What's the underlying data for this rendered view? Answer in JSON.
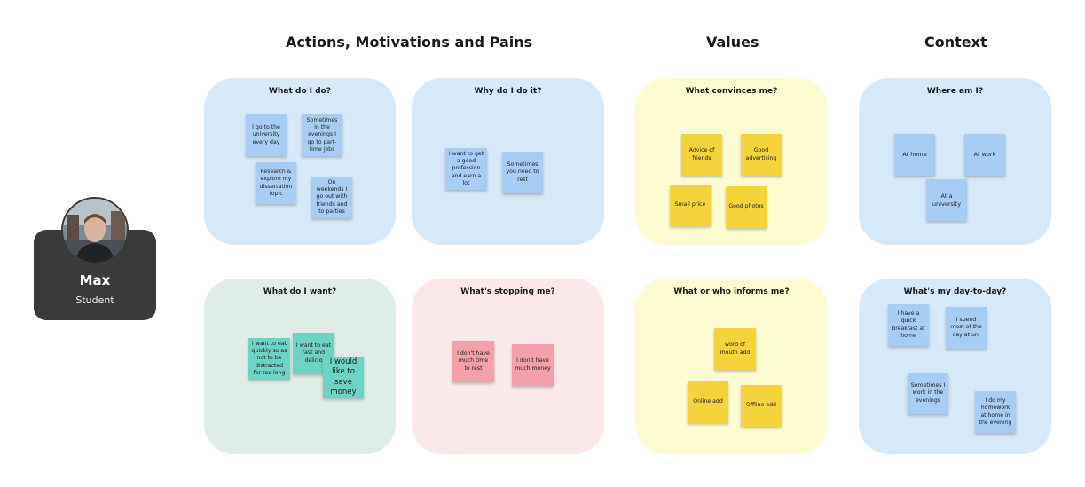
{
  "headings": {
    "actions": "Actions, Motivations and Pains",
    "values": "Values",
    "context": "Context"
  },
  "persona": {
    "name": "Max",
    "role": "Student"
  },
  "panels": {
    "do": {
      "title": "What do I do?"
    },
    "why": {
      "title": "Why do I do it?"
    },
    "convinces": {
      "title": "What convinces me?"
    },
    "where": {
      "title": "Where am I?"
    },
    "want": {
      "title": "What do I want?"
    },
    "stopping": {
      "title": "What's stopping me?"
    },
    "informs": {
      "title": "What or who informs me?"
    },
    "daytoday": {
      "title": "What's my day-to-day?"
    }
  },
  "notes": {
    "do": [
      "I go to the university every day",
      "Sometimes in the evenings I go to part-time jobs",
      "Research & explore my dissertation topic",
      "On weekends I go out with friends and to parties"
    ],
    "why": [
      "I want to get a good profession and earn a lot",
      "Sometimes you need to rest"
    ],
    "convinces": [
      "Advice of friends",
      "Good advertising",
      "Small price",
      "Good photos"
    ],
    "where": [
      "At home",
      "At work",
      "At a university"
    ],
    "want": [
      "I want to eat quickly so as not to be distracted for too long",
      "I want to eat fast and delicio",
      "I would like to save money"
    ],
    "stopping": [
      "I don't have much time to rest",
      "I don't have much money"
    ],
    "informs": [
      "word of mouth add",
      "Online add",
      "Offline add"
    ],
    "daytoday": [
      "I have a quick breakfast at home",
      "I spend most of the day at uni",
      "Sometimes I work in the evenings",
      "I do my homework at home in the evening"
    ]
  },
  "colors": {
    "panel_blue": "#d6e9f8",
    "panel_green": "#deeee7",
    "panel_pink": "#fbe8e8",
    "panel_yellow": "#fdfbd2",
    "note_blue": "#a8cdf4",
    "note_yellow": "#f5d33a",
    "note_teal": "#6dd3c4",
    "note_pink": "#f3a0ab",
    "persona_bg": "#3a3a3a"
  }
}
